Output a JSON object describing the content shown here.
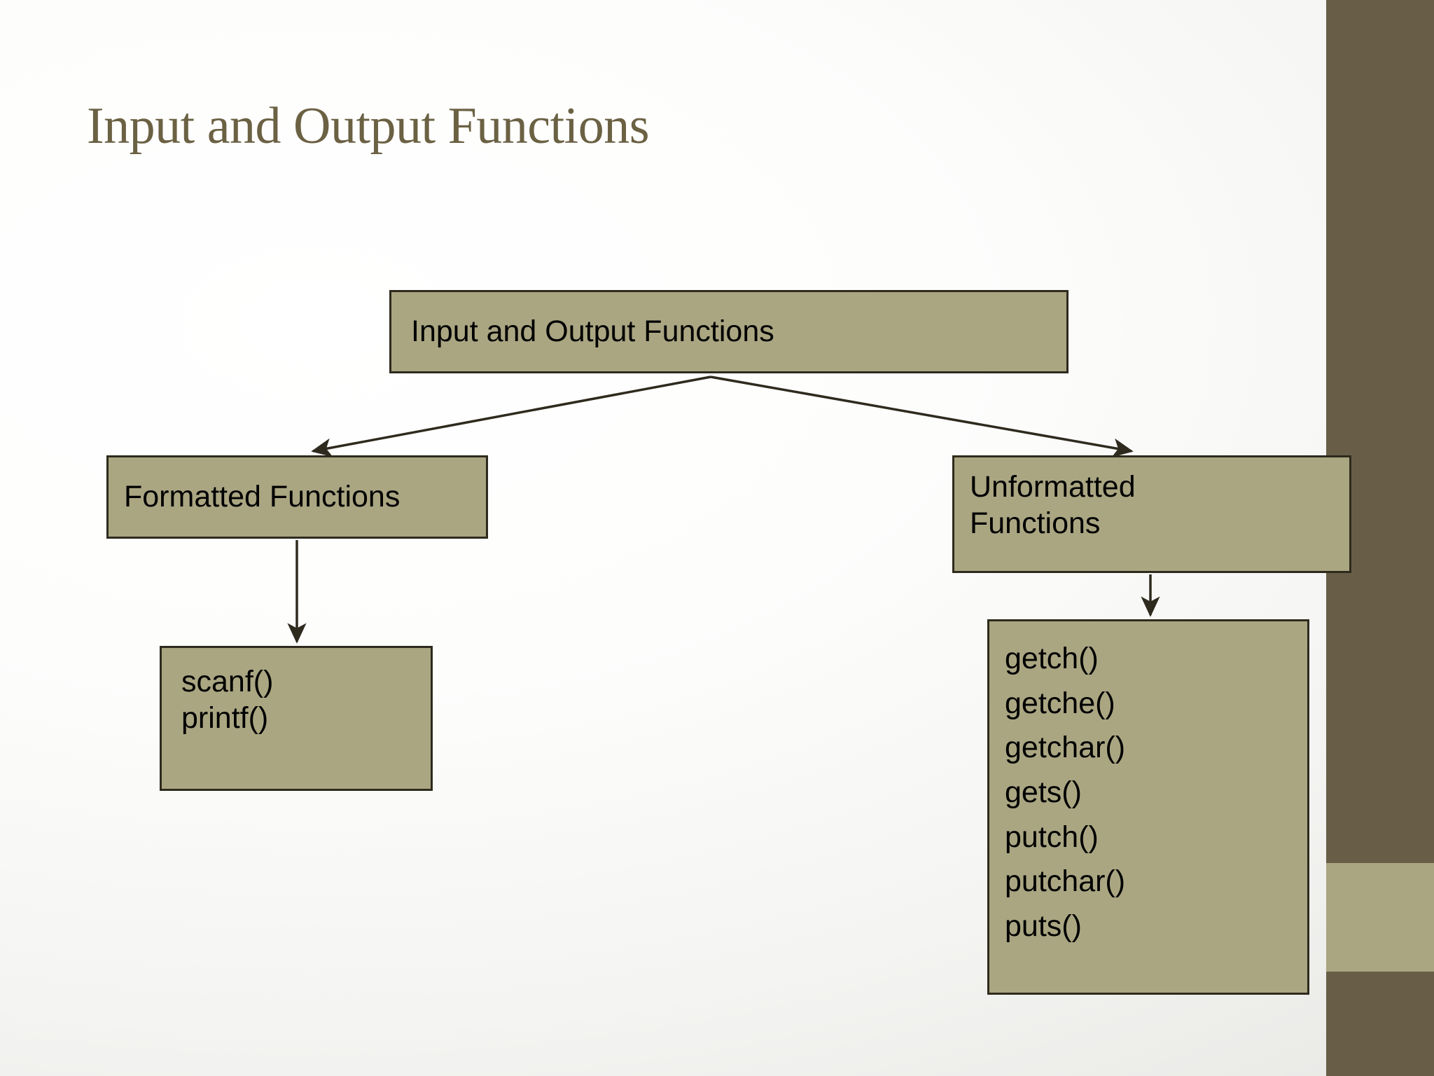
{
  "slide": {
    "title": "Input and Output Functions",
    "title_color": "#6b6143",
    "box_fill": "#aaa682",
    "box_border": "#2e2a1d",
    "sidebar_color": "#685e47",
    "sidebar_band_color": "#aaa682",
    "background_color": "#f4f4f2"
  },
  "diagram": {
    "root": {
      "label": "Input and Output Functions"
    },
    "left_branch": {
      "label": "Formatted Functions",
      "functions_line1": "scanf()",
      "functions_line2": "printf()"
    },
    "right_branch": {
      "label_line1": "Unformatted",
      "label_line2": "Functions",
      "functions": [
        "getch()",
        "getche()",
        "getchar()",
        "gets()",
        "putch()",
        "putchar()",
        "puts()"
      ]
    }
  }
}
